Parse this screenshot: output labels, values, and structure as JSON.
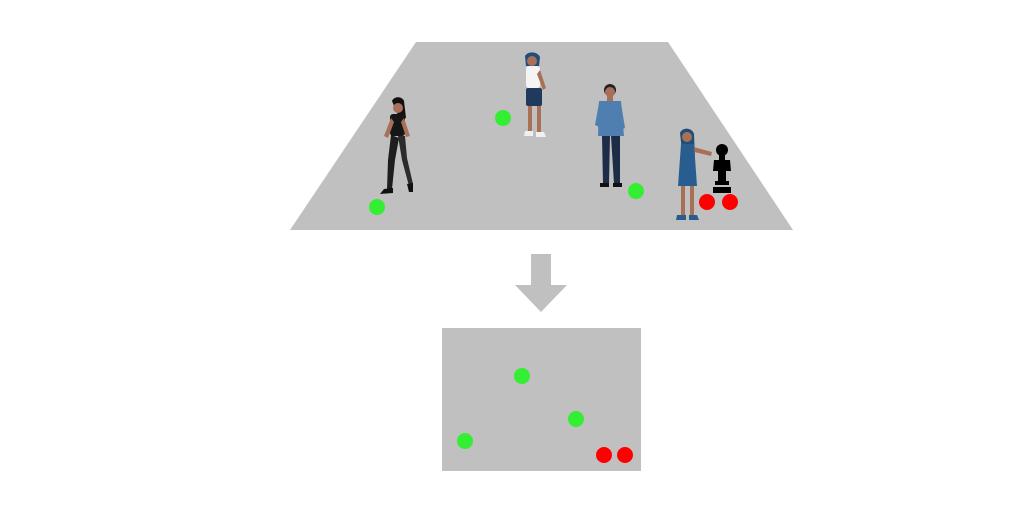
{
  "colors": {
    "background": "#ffffff",
    "floor": "#c0c0c0",
    "arrow": "#c0c0c0",
    "map": "#c0c0c0",
    "pedestrian_marker": "#33ee33",
    "statue_marker": "#ff0000"
  },
  "scene": {
    "figures": [
      {
        "kind": "pedestrian",
        "icon": "woman-walking-icon",
        "marker": "green"
      },
      {
        "kind": "pedestrian",
        "icon": "woman-standing-icon",
        "marker": "green"
      },
      {
        "kind": "pedestrian",
        "icon": "man-standing-icon",
        "marker": "green"
      },
      {
        "kind": "pedestrian",
        "icon": "woman-viewing-statue-icon",
        "marker": "red"
      },
      {
        "kind": "statue",
        "icon": "bust-statue-icon",
        "marker": "red"
      }
    ]
  },
  "map": {
    "markers": [
      {
        "color": "green"
      },
      {
        "color": "green"
      },
      {
        "color": "green"
      },
      {
        "color": "red"
      },
      {
        "color": "red"
      }
    ]
  }
}
